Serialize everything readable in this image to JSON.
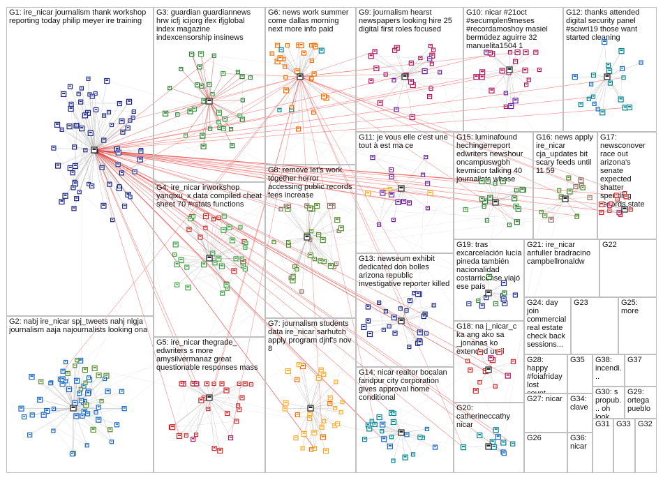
{
  "graph": {
    "edge_colors": {
      "normal": "#bdbdbd",
      "highlight": "#e53935"
    },
    "node_colors": [
      "#1a237e",
      "#283593",
      "#2e7d32",
      "#43a047",
      "#c62828",
      "#ad1457",
      "#6a1b9a",
      "#f9a825",
      "#ef6c00",
      "#00838f",
      "#1565c0",
      "#558b2f",
      "#8d6e63",
      "#37474f"
    ],
    "groups": [
      {
        "id": "G1",
        "label": "G1: ire_nicar journalism thank workshop reporting today philip meyer ire training"
      },
      {
        "id": "G2",
        "label": "G2: nabj ire_nicar spj_tweets nahj nlgja journalism aaja najournalists looking ona"
      },
      {
        "id": "G3",
        "label": "G3: guardian guardiannews hrw icfj icijorg ifex ifjglobal index magazine indexcensorship insinews"
      },
      {
        "id": "G4",
        "label": "G4: ire_nicar irworkshop yanqixu_x data compiled cheat sheet 70 #rstats functions"
      },
      {
        "id": "G5",
        "label": "G5: ire_nicar thegrade_ edwriters s more amysilvermanaz great questionable responses mass"
      },
      {
        "id": "G6",
        "label": "G6: news work summer come dallas morning next more info paid"
      },
      {
        "id": "G7",
        "label": "G7: journalism students data ire_nicar sarhutch apply program djnf's nov 8"
      },
      {
        "id": "G8",
        "label": "G8: remove let's work together horror accessing public records fees increase"
      },
      {
        "id": "G9",
        "label": "G9: journalism hearst newspapers looking hire 25 digital first roles focused"
      },
      {
        "id": "G10",
        "label": "G10: nicar #21oct #secumplen9meses #recordamoshoy masiel bermúdez aguirre 32 manuelita1504 1"
      },
      {
        "id": "G11",
        "label": "G11: je vous elle c'est une tout à est ma ce"
      },
      {
        "id": "G12",
        "label": "G12: thanks attended digital security panel #sciwri19 those want started cleaning"
      },
      {
        "id": "G13",
        "label": "G13: newseum exhibit dedicated don bolles arizona republic investigative reporter killed"
      },
      {
        "id": "G14",
        "label": "G14: nicar realtor bocalan faridpur city corporation gives approval home conditional"
      },
      {
        "id": "G15",
        "label": "G15: luminafound hechingerreport edwriters newshour oncampuswgbh kevmicor talking 40 journalists whose"
      },
      {
        "id": "G16",
        "label": "G16: news apply ire_nicar cja_updates bit scary feeds until 11 59"
      },
      {
        "id": "G17",
        "label": "G17: newsconover race out arizona's senate expected shatter spending records state"
      },
      {
        "id": "G18",
        "label": "G18: na j_nicar_c ka ang ako sa _jonanas ko extended until"
      },
      {
        "id": "G19",
        "label": "G19: tras excarcelación lucía pineda también nacionalidad costarricense viajó ese país"
      },
      {
        "id": "G20",
        "label": "G20: catherineccathy nicar"
      },
      {
        "id": "G21",
        "label": "G21: ire_nicar anfuller bradracino campbellronaldw"
      },
      {
        "id": "G22",
        "label": "G22"
      },
      {
        "id": "G23",
        "label": "G23"
      },
      {
        "id": "G24",
        "label": "G24: day join commercial real estate check back sessions..."
      },
      {
        "id": "G25",
        "label": "G25: more"
      },
      {
        "id": "G26",
        "label": "G26"
      },
      {
        "id": "G27",
        "label": "G27: nicar"
      },
      {
        "id": "G28",
        "label": "G28: happy #foiafriday lost count..."
      },
      {
        "id": "G29",
        "label": "G29: ortega pueblo"
      },
      {
        "id": "G30",
        "label": "G30: s propub... oh look..."
      },
      {
        "id": "G31",
        "label": "G31"
      },
      {
        "id": "G32",
        "label": "G32"
      },
      {
        "id": "G33",
        "label": "G33"
      },
      {
        "id": "G34",
        "label": "G34: clave"
      },
      {
        "id": "G35",
        "label": "G35"
      },
      {
        "id": "G36",
        "label": "G36: nicar"
      },
      {
        "id": "G37",
        "label": "G37"
      },
      {
        "id": "G38",
        "label": "G38: incendi..."
      }
    ]
  }
}
